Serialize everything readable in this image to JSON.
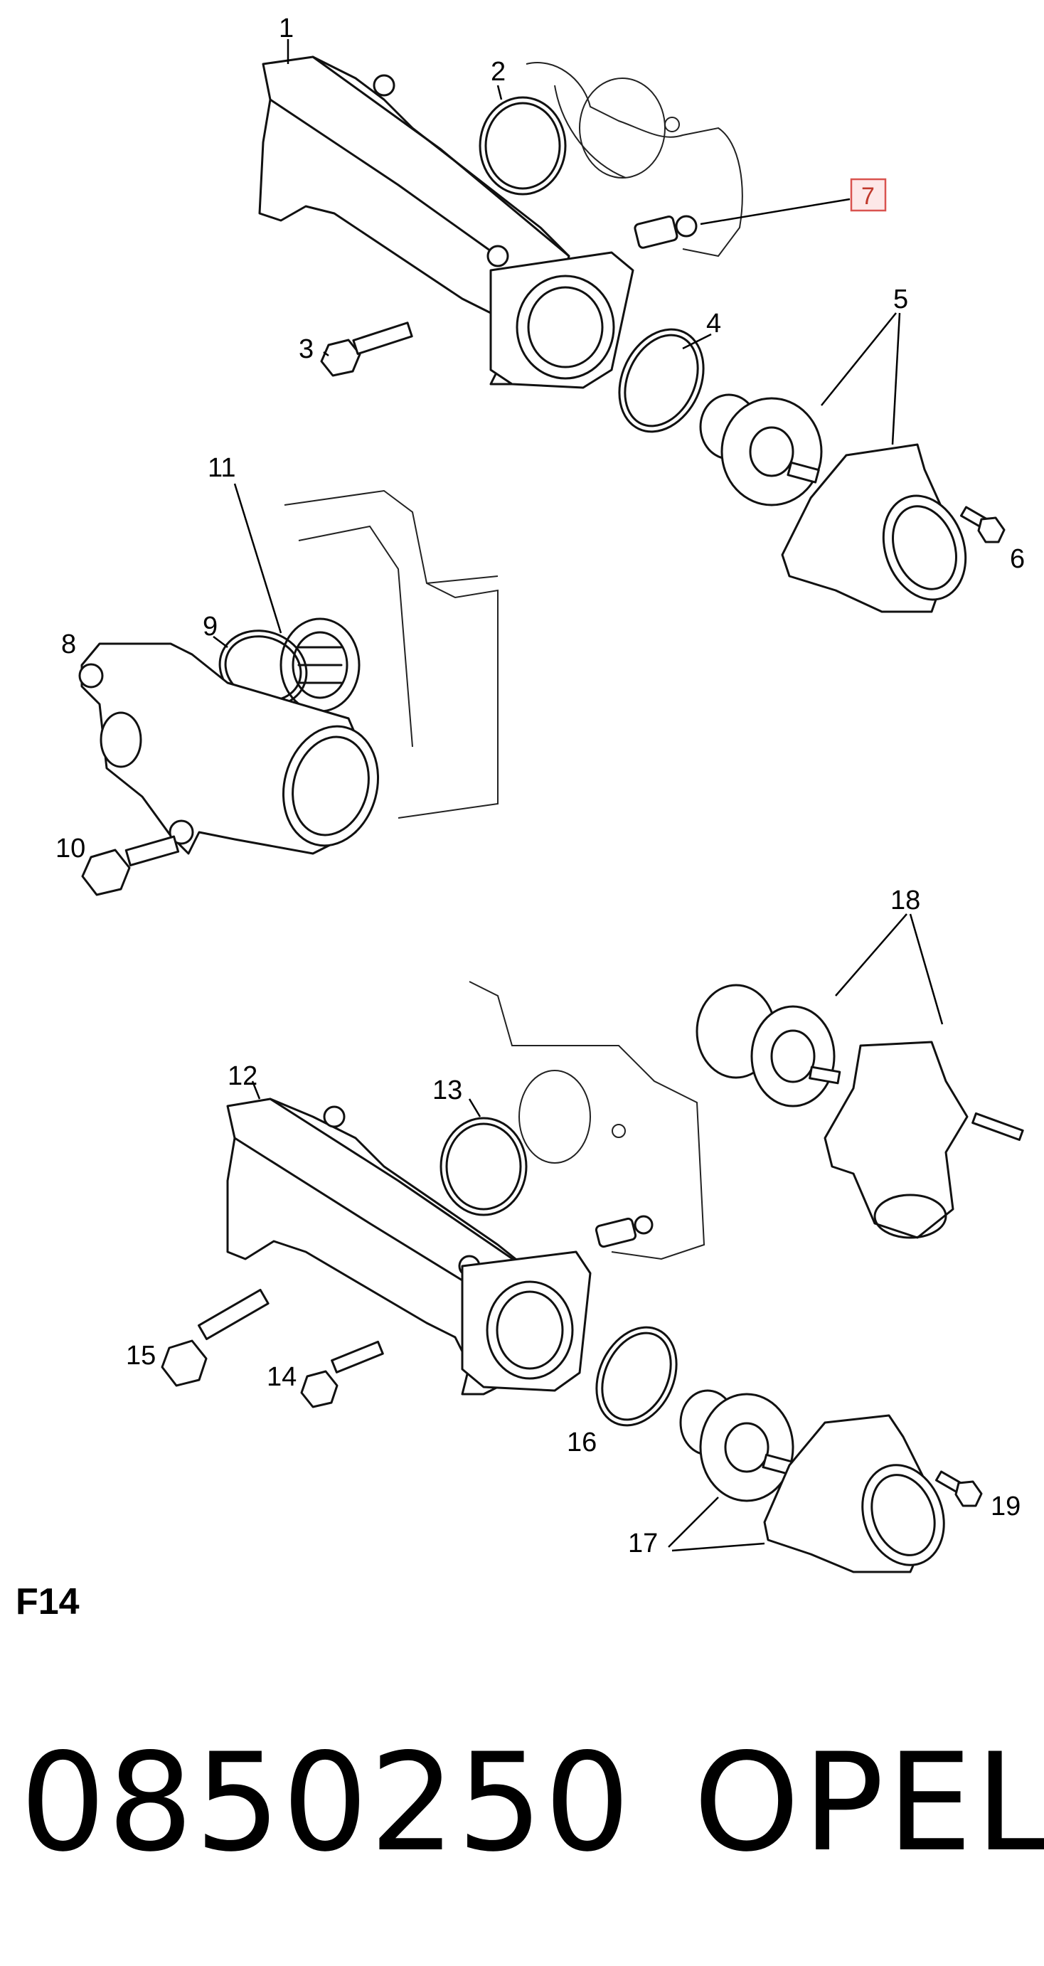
{
  "diagram": {
    "id": "F14",
    "highlighted_callout": "7",
    "callouts": [
      "1",
      "2",
      "3",
      "4",
      "5",
      "6",
      "7",
      "8",
      "9",
      "10",
      "11",
      "12",
      "13",
      "14",
      "15",
      "16",
      "17",
      "18",
      "19"
    ]
  },
  "footer": {
    "part_number": "0850250",
    "brand": "OPEL"
  }
}
